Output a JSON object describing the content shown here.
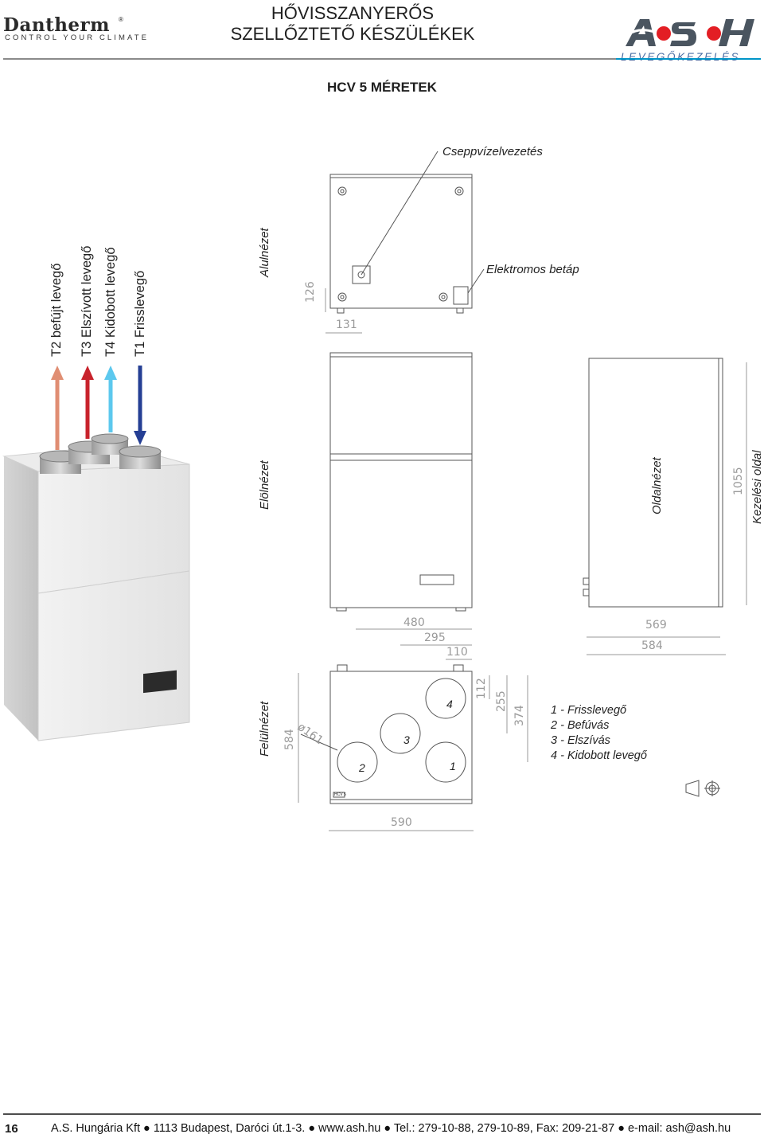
{
  "header": {
    "brand_left": "Dantherm",
    "brand_left_reg": "®",
    "brand_left_tagline": "CONTROL YOUR CLIMATE",
    "title_line1": "HŐVISSZANYERŐS",
    "title_line2": "SZELLŐZTETŐ KÉSZÜLÉKEK",
    "brand_right_sub": "LEVEGŐKEZELÉS"
  },
  "section_title": "HCV 5 MÉRETEK",
  "arrows": {
    "labels": [
      "T2 befújt levegő",
      "T3 Elszívott levegő",
      "T4 Kidobott levegő",
      "T1 Frisslevegő"
    ],
    "colors": [
      "#e08e73",
      "#c8232c",
      "#5cc8ee",
      "#253f94"
    ]
  },
  "views": {
    "bottom": "Alulnézet",
    "front": "Elölnézet",
    "top": "Felülnézet",
    "side": "Oldalnézet",
    "operating_side": "Kezelési oldal"
  },
  "callouts": {
    "drain": "Cseppvízelvezetés",
    "power": "Elektromos betáp"
  },
  "dimensions": {
    "d126": "126",
    "d131": "131",
    "d480": "480",
    "d295": "295",
    "d110": "110",
    "d569": "569",
    "d584_side": "584",
    "d1055": "1055",
    "d584_top": "584",
    "d161": "ø161",
    "d112": "112",
    "d255": "255",
    "d374": "374",
    "d590": "590"
  },
  "ports": [
    "2",
    "3",
    "4",
    "1"
  ],
  "model_label": "HCV 5",
  "legend": [
    "1 - Frisslevegő",
    "2 - Befúvás",
    "3 - Elszívás",
    "4 - Kidobott levegő"
  ],
  "footer": {
    "page": "16",
    "text": "A.S. Hungária Kft ● 1113 Budapest, Daróci út.1-3. ● www.ash.hu ● Tel.: 279-10-88, 279-10-89, Fax: 209-21-87 ● e-mail: ash@ash.hu"
  }
}
